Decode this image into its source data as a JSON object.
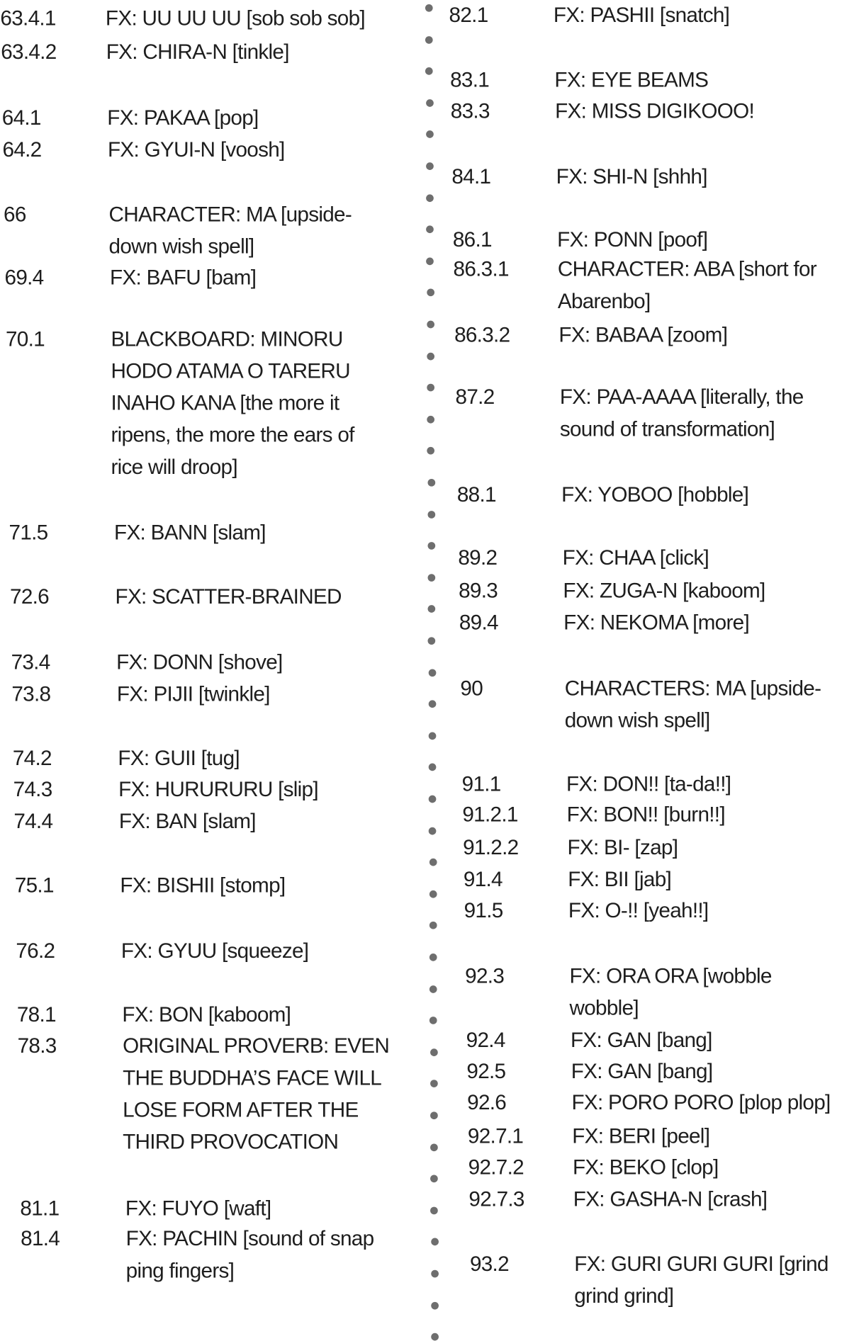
{
  "left_column": [
    {
      "ref": "63.4.1",
      "lines": [
        "FX: UU UU UU [sob sob sob]"
      ]
    },
    {
      "ref": "63.4.2",
      "lines": [
        "FX: CHIRA-N [tinkle]"
      ]
    },
    {
      "ref": "64.1",
      "lines": [
        "FX: PAKAA [pop]"
      ]
    },
    {
      "ref": "64.2",
      "lines": [
        "FX: GYUI-N [voosh]"
      ]
    },
    {
      "ref": "66",
      "lines": [
        "CHARACTER: MA [upside-",
        "down wish spell]"
      ]
    },
    {
      "ref": "69.4",
      "lines": [
        "FX: BAFU [bam]"
      ]
    },
    {
      "ref": "70.1",
      "lines": [
        "BLACKBOARD: MINORU",
        "HODO ATAMA O TARERU",
        "INAHO KANA [the more it",
        "ripens, the more the ears of",
        "rice will droop]"
      ]
    },
    {
      "ref": "71.5",
      "lines": [
        "FX: BANN [slam]"
      ]
    },
    {
      "ref": "72.6",
      "lines": [
        "FX: SCATTER-BRAINED"
      ]
    },
    {
      "ref": "73.4",
      "lines": [
        "FX: DONN [shove]"
      ]
    },
    {
      "ref": "73.8",
      "lines": [
        "FX: PIJII [twinkle]"
      ]
    },
    {
      "ref": "74.2",
      "lines": [
        "FX: GUII [tug]"
      ]
    },
    {
      "ref": "74.3",
      "lines": [
        "FX: HURURURU [slip]"
      ]
    },
    {
      "ref": "74.4",
      "lines": [
        "FX: BAN [slam]"
      ]
    },
    {
      "ref": "75.1",
      "lines": [
        "FX: BISHII [stomp]"
      ]
    },
    {
      "ref": "76.2",
      "lines": [
        "FX: GYUU [squeeze]"
      ]
    },
    {
      "ref": "78.1",
      "lines": [
        "FX: BON [kaboom]"
      ]
    },
    {
      "ref": "78.3",
      "lines": [
        "ORIGINAL PROVERB: EVEN",
        "THE BUDDHA’S FACE WILL",
        "LOSE FORM AFTER THE",
        "THIRD PROVOCATION"
      ]
    },
    {
      "ref": "81.1",
      "lines": [
        "FX: FUYO [waft]"
      ]
    },
    {
      "ref": "81.4",
      "lines": [
        "FX: PACHIN [sound of snap",
        "ping fingers]"
      ]
    }
  ],
  "right_column": [
    {
      "ref": "82.1",
      "lines": [
        "FX: PASHII [snatch]"
      ]
    },
    {
      "ref": "83.1",
      "lines": [
        "FX: EYE BEAMS"
      ]
    },
    {
      "ref": "83.3",
      "lines": [
        "FX: MISS DIGIKOOO!"
      ]
    },
    {
      "ref": "84.1",
      "lines": [
        "FX: SHI-N [shhh]"
      ]
    },
    {
      "ref": "86.1",
      "lines": [
        "FX: PONN [poof]"
      ]
    },
    {
      "ref": "86.3.1",
      "lines": [
        "CHARACTER: ABA [short for",
        "Abarenbo]"
      ]
    },
    {
      "ref": "86.3.2",
      "lines": [
        "FX: BABAA [zoom]"
      ]
    },
    {
      "ref": "87.2",
      "lines": [
        "FX: PAA-AAAA [literally, the",
        "sound of transformation]"
      ]
    },
    {
      "ref": "88.1",
      "lines": [
        "FX: YOBOO [hobble]"
      ]
    },
    {
      "ref": "89.2",
      "lines": [
        "FX: CHAA [click]"
      ]
    },
    {
      "ref": "89.3",
      "lines": [
        "FX: ZUGA-N [kaboom]"
      ]
    },
    {
      "ref": "89.4",
      "lines": [
        "FX: NEKOMA [more]"
      ]
    },
    {
      "ref": "90",
      "lines": [
        "CHARACTERS: MA [upside-",
        "down wish spell]"
      ]
    },
    {
      "ref": "91.1",
      "lines": [
        "FX: DON!! [ta-da!!]"
      ]
    },
    {
      "ref": "91.2.1",
      "lines": [
        "FX: BON!! [burn!!]"
      ]
    },
    {
      "ref": "91.2.2",
      "lines": [
        "FX: BI- [zap]"
      ]
    },
    {
      "ref": "91.4",
      "lines": [
        "FX: BII [jab]"
      ]
    },
    {
      "ref": "91.5",
      "lines": [
        "FX: O-!! [yeah!!]"
      ]
    },
    {
      "ref": "92.3",
      "lines": [
        "FX: ORA ORA [wobble",
        "wobble]"
      ]
    },
    {
      "ref": "92.4",
      "lines": [
        "FX: GAN [bang]"
      ]
    },
    {
      "ref": "92.5",
      "lines": [
        "FX: GAN [bang]"
      ]
    },
    {
      "ref": "92.6",
      "lines": [
        "FX: PORO PORO [plop plop]"
      ]
    },
    {
      "ref": "92.7.1",
      "lines": [
        "FX: BERI [peel]"
      ]
    },
    {
      "ref": "92.7.2",
      "lines": [
        "FX: BEKO [clop]"
      ]
    },
    {
      "ref": "92.7.3",
      "lines": [
        "FX: GASHA-N [crash]"
      ]
    },
    {
      "ref": "93.2",
      "lines": [
        "FX: GURI GURI GURI [grind",
        "grind grind]"
      ]
    }
  ]
}
